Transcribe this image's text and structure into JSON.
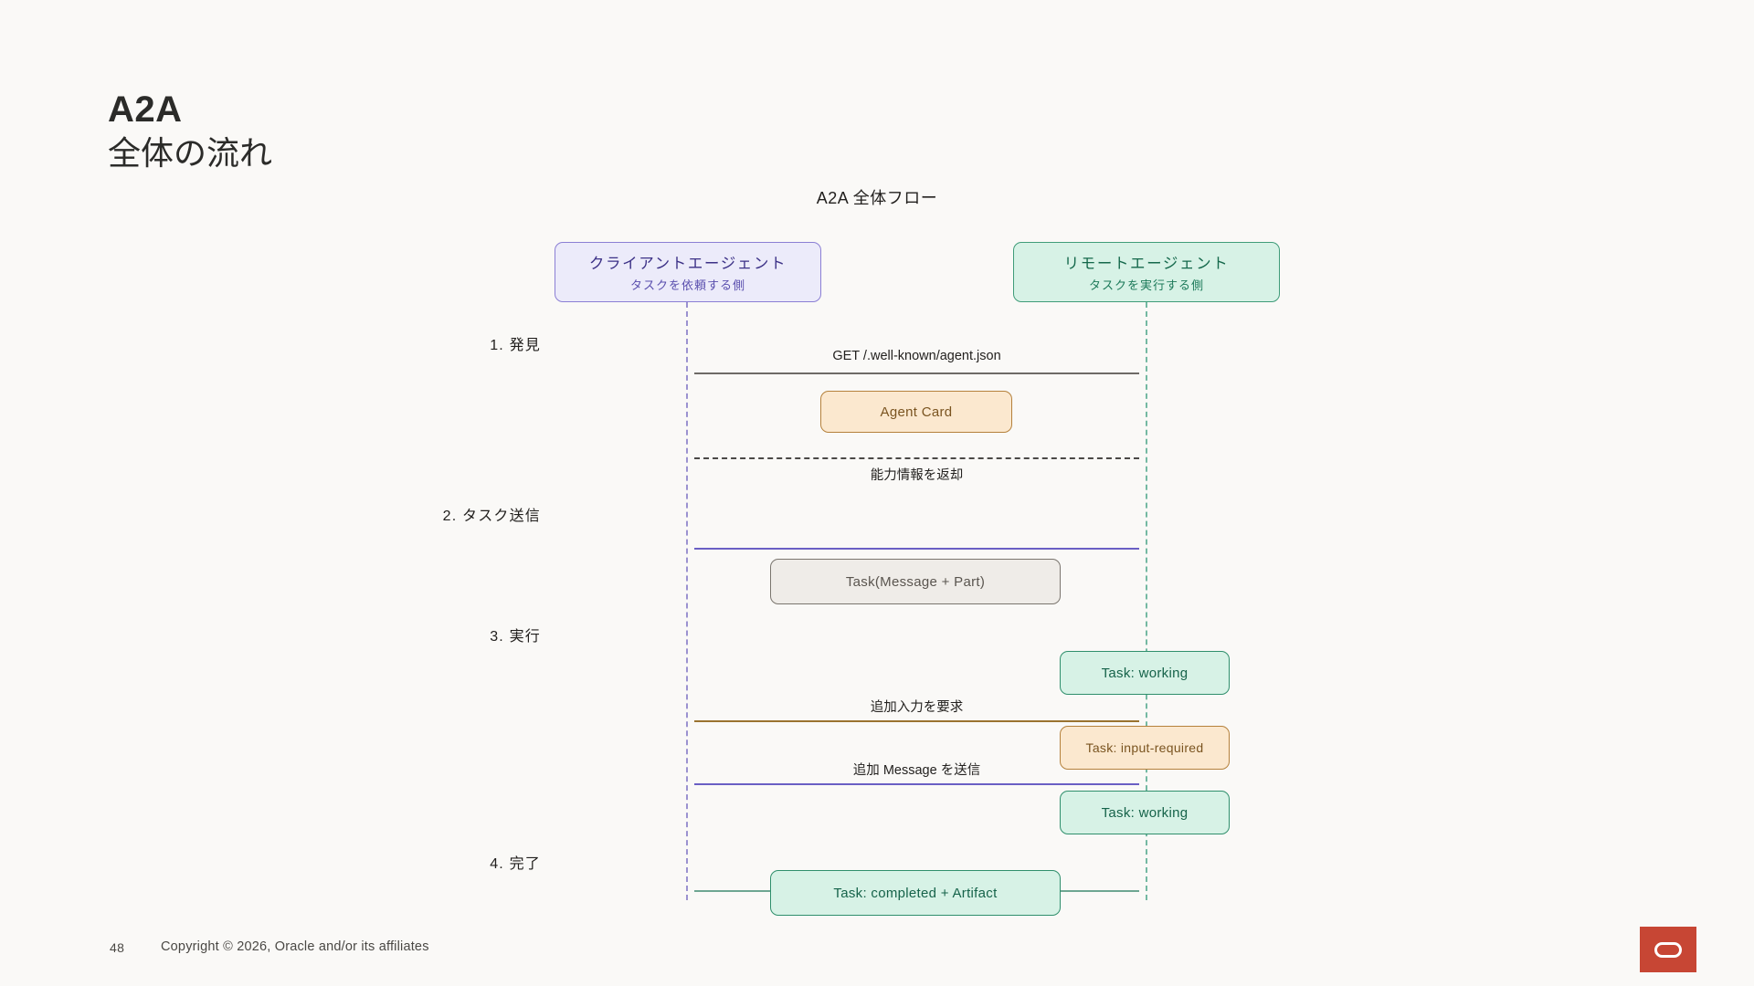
{
  "slide": {
    "title_line1": "A2A",
    "title_line2": "全体の流れ",
    "page_number": "48",
    "copyright": "Copyright © 2026, Oracle and/or its affiliates",
    "logo_name": "oracle-logo"
  },
  "diagram": {
    "title": "A2A 全体フロー",
    "participants": [
      {
        "id": "client",
        "name": "クライアントエージェント",
        "subtitle": "タスクを依頼する側",
        "fill": "#ecebfa",
        "stroke": "#8b7fd4"
      },
      {
        "id": "remote",
        "name": "リモートエージェント",
        "subtitle": "タスクを実行する側",
        "fill": "#d7f2e6",
        "stroke": "#3f9c79"
      }
    ],
    "steps": [
      {
        "label": "1. 発見"
      },
      {
        "label": "2. タスク送信"
      },
      {
        "label": "3. 実行"
      },
      {
        "label": "4. 完了"
      }
    ],
    "messages": [
      {
        "id": "m1",
        "label": "GET /.well-known/agent.json",
        "from": "client",
        "to": "remote",
        "style": "solid",
        "color": "#6e6a66"
      },
      {
        "id": "m2",
        "label": "能力情報を返却",
        "from": "remote",
        "to": "client",
        "style": "dashed",
        "color": "#4a4846"
      },
      {
        "id": "m3",
        "label": "",
        "from": "client",
        "to": "remote",
        "style": "solid",
        "color": "#6a5fc4"
      },
      {
        "id": "m4",
        "label": "追加入力を要求",
        "from": "remote",
        "to": "client",
        "style": "solid",
        "color": "#9a7330"
      },
      {
        "id": "m5",
        "label": "追加 Message を送信",
        "from": "client",
        "to": "remote",
        "style": "solid",
        "color": "#6a5fc4"
      },
      {
        "id": "m6",
        "label": "",
        "from": "remote",
        "to": "client",
        "style": "solid",
        "color": "#6ea692"
      }
    ],
    "notes": [
      {
        "id": "n1",
        "text": "Agent Card",
        "theme": "orange"
      },
      {
        "id": "n2",
        "text": "Task(Message + Part)",
        "theme": "gray"
      },
      {
        "id": "n3",
        "text": "Task: working",
        "theme": "green"
      },
      {
        "id": "n4",
        "text": "Task: input-required",
        "theme": "orange"
      },
      {
        "id": "n5",
        "text": "Task: working",
        "theme": "green"
      },
      {
        "id": "n6",
        "text": "Task: completed + Artifact",
        "theme": "green"
      }
    ]
  }
}
